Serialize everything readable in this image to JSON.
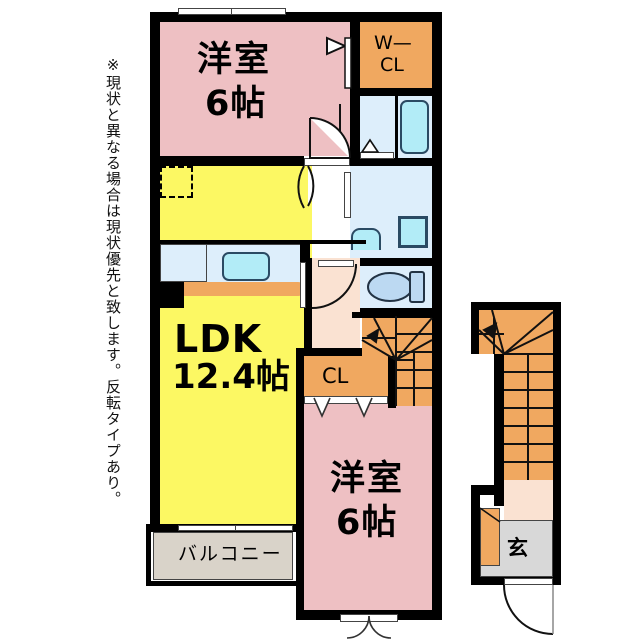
{
  "plan": {
    "type": "apartment-floor-plan",
    "disclaimer_note": "※現状と異なる場合は現状優先と致します。反転タイプあり。",
    "rooms": [
      {
        "id": "bedroom-north",
        "label_main": "洋室",
        "label_sub": "6帖",
        "color": "#eec0c3"
      },
      {
        "id": "walk-in-closet",
        "label_main": "W—",
        "label_sub": "CL",
        "color": "#f0a860"
      },
      {
        "id": "ldk",
        "label_main": "LDK",
        "label_sub": "12.4帖",
        "color": "#fcf863"
      },
      {
        "id": "closet",
        "label_main": "CL",
        "label_sub": "",
        "color": "#f0a860"
      },
      {
        "id": "bedroom-south",
        "label_main": "洋室",
        "label_sub": "6帖",
        "color": "#eec0c3"
      },
      {
        "id": "balcony",
        "label_main": "バルコニー",
        "label_sub": "",
        "color": "#d9d3c9"
      },
      {
        "id": "entrance",
        "label_main": "玄",
        "label_sub": "",
        "color": "#d8d8d8"
      }
    ],
    "labels": {
      "bedroom_north_main": "洋室",
      "bedroom_north_sub": "6帖",
      "wcl_line1": "W—",
      "wcl_line2": "CL",
      "ldk_main": "LDK",
      "ldk_sub": "12.4帖",
      "closet": "CL",
      "bedroom_south_main": "洋室",
      "bedroom_south_sub": "6帖",
      "balcony": "バルコニー",
      "entrance": "玄"
    },
    "fixtures": [
      {
        "id": "bathtub",
        "room": "bathroom"
      },
      {
        "id": "wash-basin",
        "room": "washroom"
      },
      {
        "id": "washing-machine-space",
        "room": "washroom"
      },
      {
        "id": "toilet",
        "room": "toilet"
      },
      {
        "id": "kitchen-sink",
        "room": "ldk"
      },
      {
        "id": "kitchen-counter",
        "room": "ldk"
      },
      {
        "id": "indoor-stair",
        "room": "hall"
      },
      {
        "id": "outdoor-stair",
        "room": "exterior"
      },
      {
        "id": "shoe-cabinet",
        "room": "entrance"
      },
      {
        "id": "ceiling-hatch",
        "room": "ldk"
      }
    ],
    "colors": {
      "wall": "#000000",
      "room_pink": "#eec0c3",
      "room_yellow": "#fcf863",
      "closet_orange": "#f0a860",
      "hall_peach": "#fae2d2",
      "water_ltblue": "#ddeefb",
      "fixture_cyan": "#b2ecf7",
      "balcony_gray": "#d9d3c9",
      "entrance_gray": "#d8d8d8",
      "stair_orange": "#efa95c"
    }
  }
}
